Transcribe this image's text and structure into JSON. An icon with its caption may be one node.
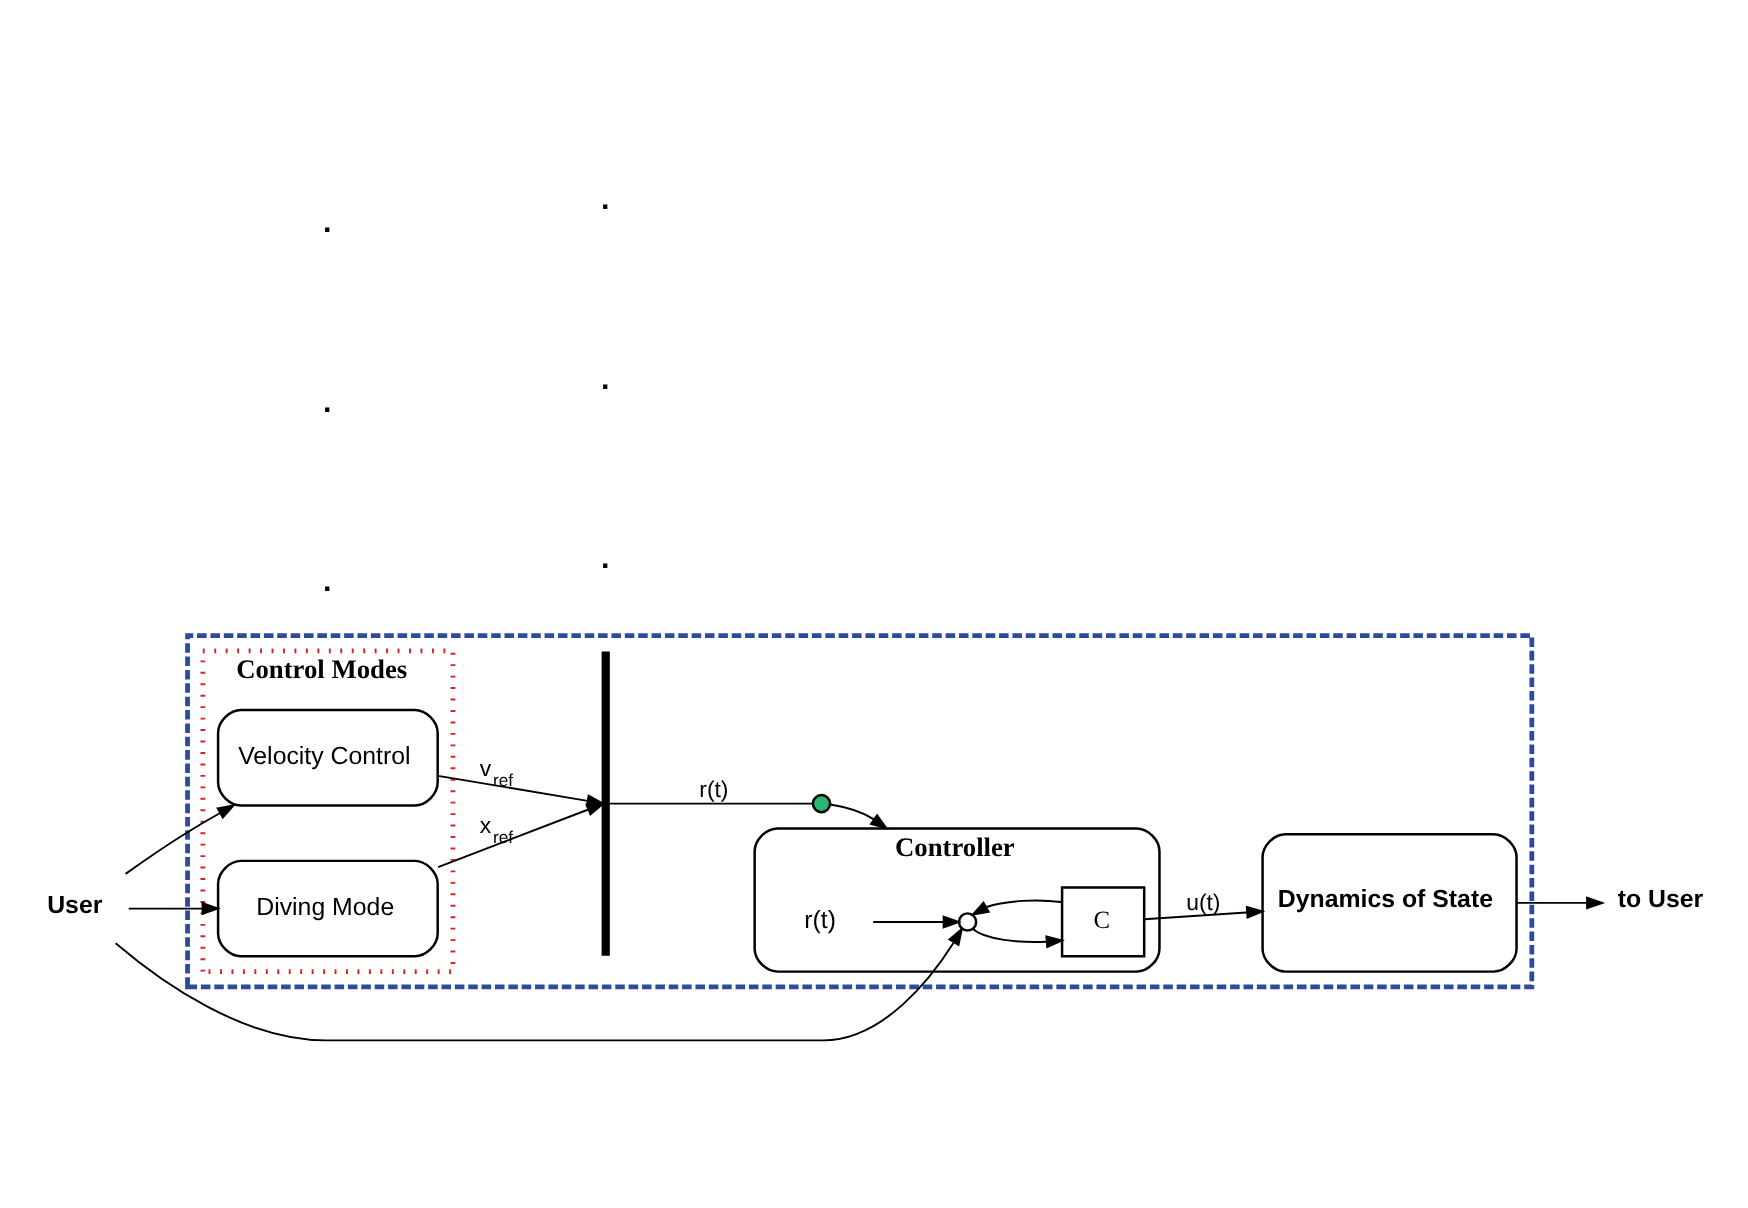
{
  "diagram": {
    "nodes": [
      {
        "text": [],
        "shape": "box"
      },
      {
        "text": [
          "Control Modes"
        ],
        "in": 0
      },
      {
        "text": [
          "Velocity Control"
        ],
        "in": 1
      },
      {
        "text": [
          "Diving Mode"
        ],
        "in": 1
      },
      {
        "text": [],
        "shape": "bar",
        "in": 0
      },
      {
        "text": [],
        "shape": "circle",
        "in": 0
      },
      {
        "text": [
          "Controller"
        ],
        "in": 0
      },
      {
        "text": [],
        "shape": "circle",
        "in": 6
      },
      {
        "text": [
          "C"
        ],
        "in": 6
      },
      {
        "text": [
          "Dynamics of State"
        ],
        "in": 0
      },
      {
        "text": [
          "User"
        ]
      },
      {
        "text": [
          "to User"
        ]
      },
      {
        "text": [
          "r(t)"
        ],
        "in": 6
      }
    ],
    "edges": [
      {
        "from": 10,
        "to": 2,
        "arrow": "to"
      },
      {
        "from": 10,
        "to": 3,
        "arrow": "to"
      },
      {
        "from": 10,
        "to": 7,
        "arrow": "to"
      },
      {
        "from": 2,
        "to": 4,
        "arrow": "to",
        "label": "v$_{ref}$"
      },
      {
        "from": 3,
        "to": 4,
        "arrow": "to",
        "label": "x$_{ref}$"
      },
      {
        "from": 4,
        "to": 5,
        "arrow": "none",
        "label": "r(t)"
      },
      {
        "from": 5,
        "to": 6,
        "arrow": "to"
      },
      {
        "from": 12,
        "to": 7,
        "arrow": "to"
      },
      {
        "from": 7,
        "to": 8,
        "arrow": "to"
      },
      {
        "from": 8,
        "to": 9,
        "arrow": "to",
        "label": "u(t)"
      },
      {
        "from": 8,
        "to": 7,
        "arrow": "to"
      },
      {
        "from": 9,
        "to": 11,
        "arrow": "to"
      }
    ],
    "labels": [
      ".",
      ".",
      ".",
      ".",
      ".",
      "."
    ]
  }
}
